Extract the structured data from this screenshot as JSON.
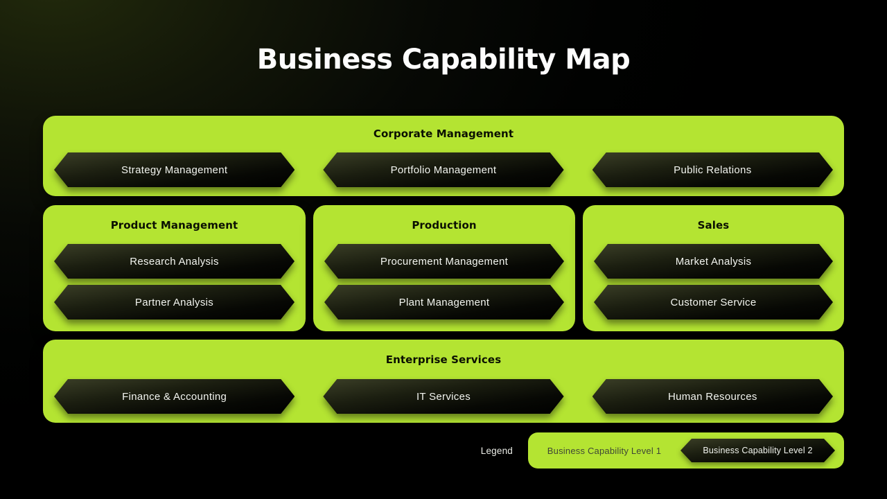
{
  "title": "Business Capability Map",
  "colors": {
    "accent": "#b4e432",
    "header_text": "#0b1002",
    "pill_text": "#f2f4ef",
    "legend_level1_text": "#3f4636",
    "background_tint": "#222a0c"
  },
  "sections": {
    "corporate": {
      "title": "Corporate Management",
      "items": [
        "Strategy Management",
        "Portfolio Management",
        "Public Relations"
      ]
    },
    "product": {
      "title": "Product Management",
      "items": [
        "Research Analysis",
        "Partner Analysis"
      ]
    },
    "production": {
      "title": "Production",
      "items": [
        "Procurement Management",
        "Plant Management"
      ]
    },
    "sales": {
      "title": "Sales",
      "items": [
        "Market Analysis",
        "Customer Service"
      ]
    },
    "enterprise": {
      "title": "Enterprise Services",
      "items": [
        "Finance & Accounting",
        "IT Services",
        "Human Resources"
      ]
    }
  },
  "legend": {
    "label": "Legend",
    "level1": "Business Capability Level 1",
    "level2": "Business Capability Level 2"
  }
}
